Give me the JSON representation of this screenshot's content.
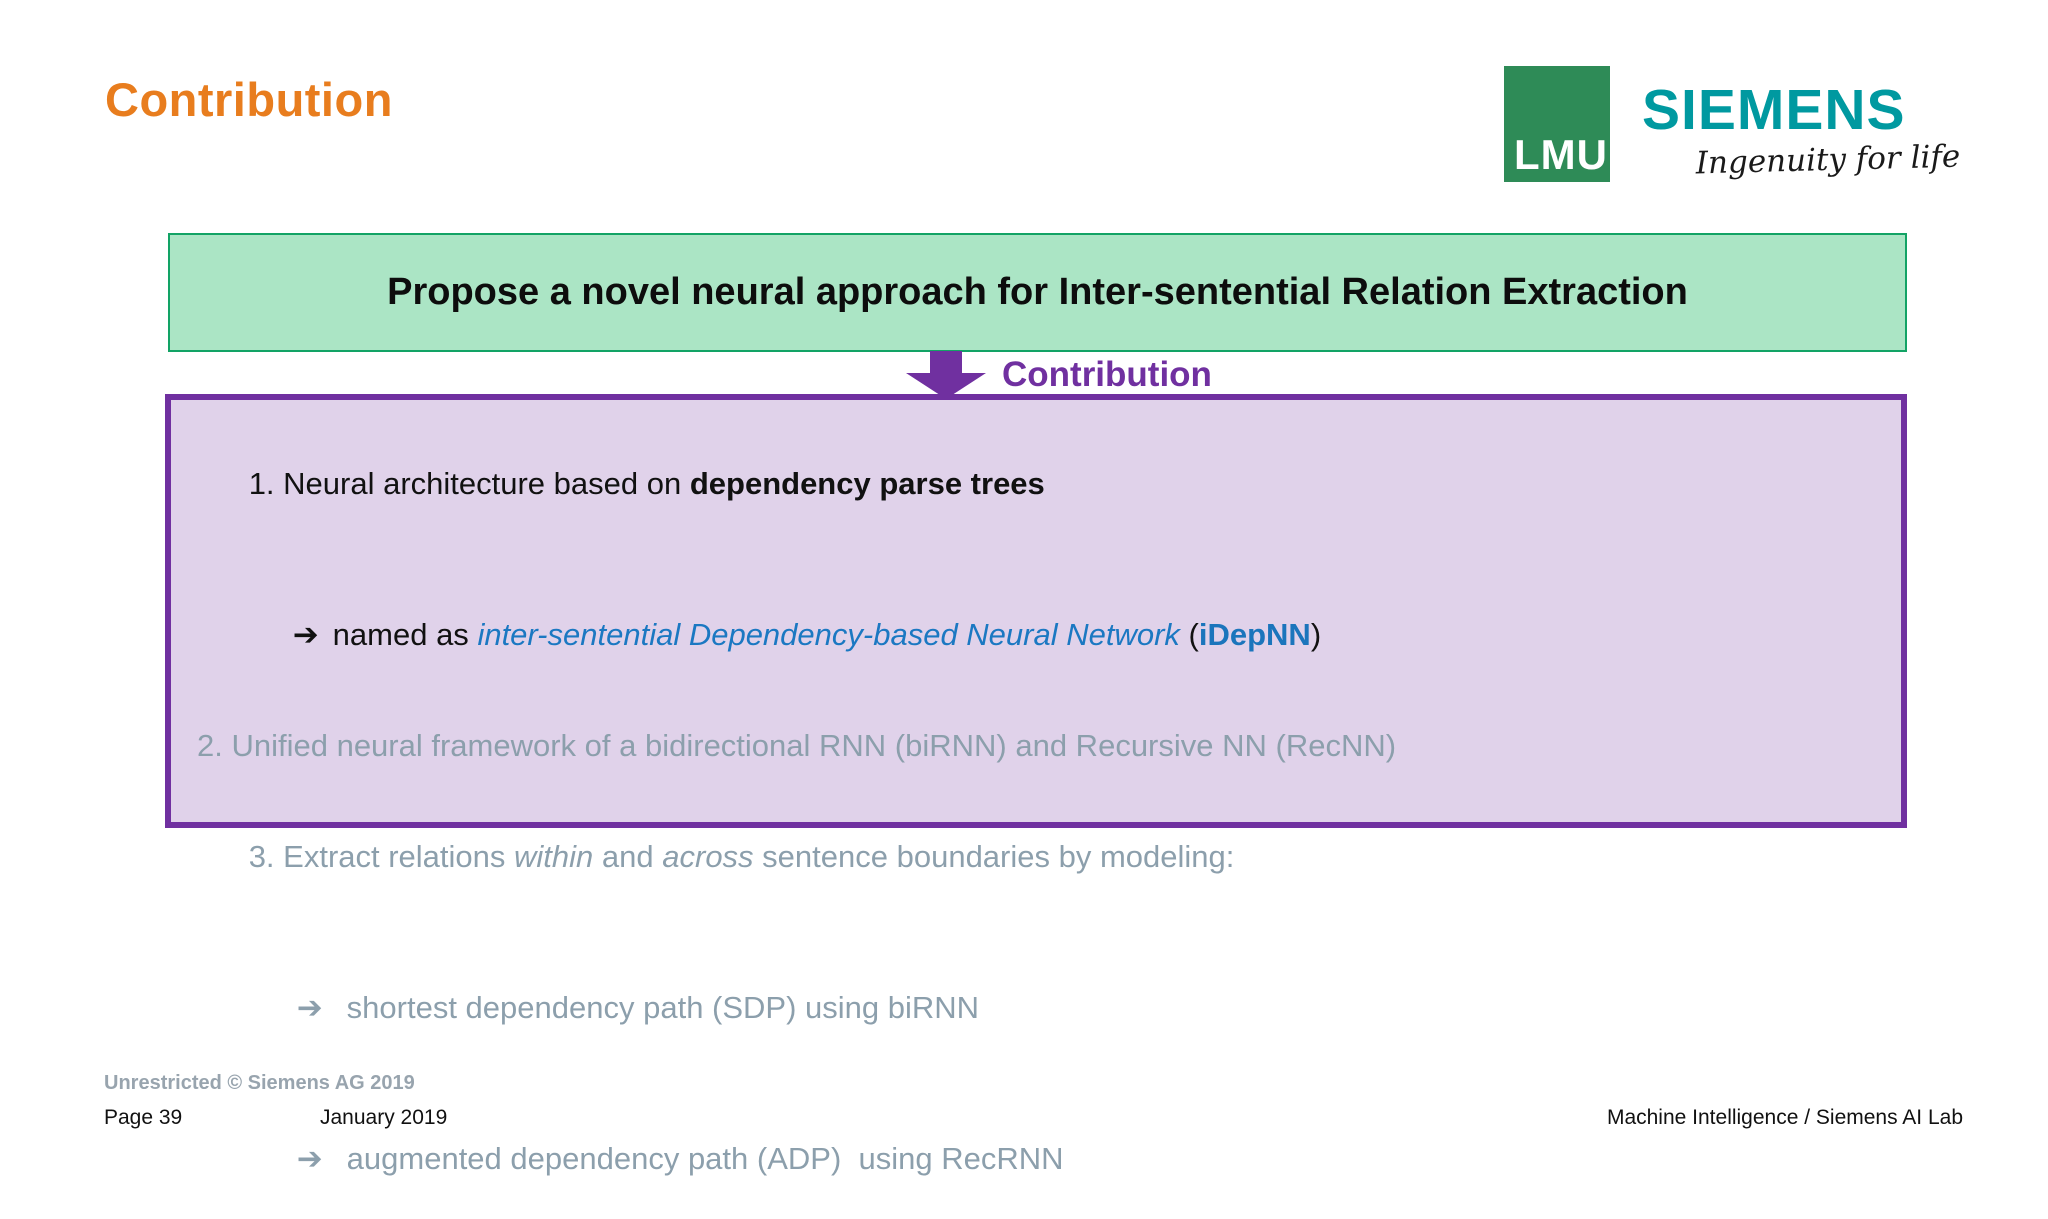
{
  "slide": {
    "title": "Contribution",
    "logos": {
      "lmu_label": "LMU",
      "siemens_label": "SIEMENS",
      "siemens_tagline": "Ingenuity for life"
    },
    "banner": {
      "text": "Propose a novel neural approach for Inter-sentential Relation Extraction"
    },
    "arrow": {
      "label": "Contribution",
      "icon": "down-block-arrow"
    },
    "contribution_list": {
      "item1_prefix": "1. Neural architecture based on ",
      "item1_bold": "dependency parse trees",
      "item1_sub_arrow": "➔",
      "item1_sub_prefix": "named as ",
      "item1_sub_blue_italic": "inter-sentential Dependency-based Neural Network",
      "item1_sub_paren_open": " (",
      "item1_sub_blue_bold": "iDepNN",
      "item1_sub_paren_close": ")",
      "item2": "2. Unified neural framework of a bidirectional RNN (biRNN) and Recursive NN (RecNN)",
      "item3_prefix": "3. Extract relations ",
      "item3_italic1": "within",
      "item3_mid": " and ",
      "item3_italic2": "across",
      "item3_suffix": " sentence boundaries by modeling:",
      "sub1_arrow": "➔",
      "sub1_text": "shortest dependency path (SDP) using biRNN",
      "sub2_arrow": "➔",
      "sub2_text": "augmented dependency path (ADP)  using RecRNN"
    },
    "footer": {
      "restriction": "Unrestricted © Siemens AG 2019",
      "page": "Page 39",
      "date": "January 2019",
      "right": "Machine Intelligence / Siemens AI Lab"
    },
    "colors": {
      "title_orange": "#E87D1E",
      "siemens_teal": "#0099A0",
      "lmu_green": "#2E8B57",
      "banner_fill": "#ABE5C5",
      "banner_border": "#12A365",
      "purple": "#7030A0",
      "purple_box_fill": "#E0D2EA",
      "link_blue": "#1B75BC",
      "muted_gray": "#8C9FAC"
    }
  }
}
